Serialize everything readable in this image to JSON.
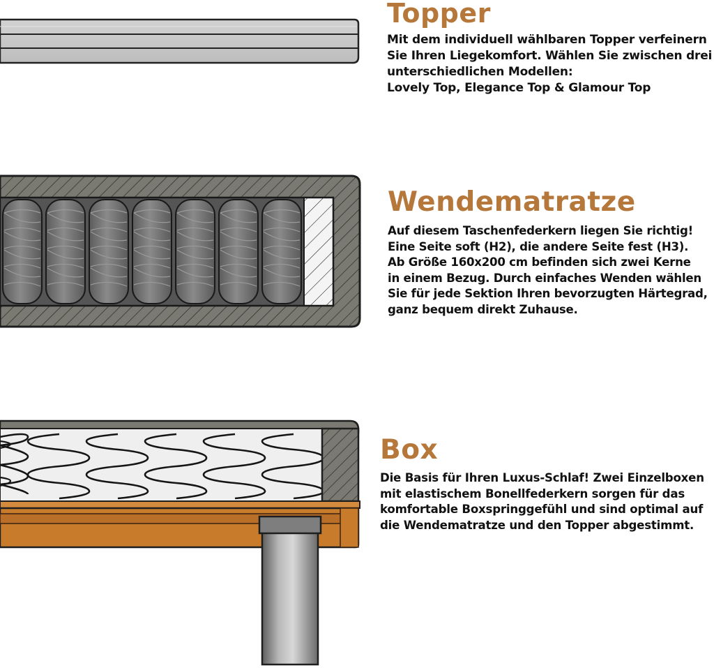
{
  "colors": {
    "accent": "#b5773a",
    "text": "#111111",
    "topper_gray": "#c6c6c6",
    "mattress_shell": "#7a7a72",
    "spring_gray": "#6f6f6f",
    "wood": "#c97b2c",
    "leg_metal": "#8f8f8f"
  },
  "sections": {
    "topper": {
      "title": "Topper",
      "lines": [
        "Mit dem individuell wählbaren Topper verfeinern",
        "Sie Ihren Liegekomfort. Wählen Sie zwischen drei",
        "unterschiedlichen Modellen:",
        "Lovely Top, Elegance Top & Glamour Top"
      ]
    },
    "mattress": {
      "title": "Wendematratze",
      "lines": [
        "Auf diesem Taschenfederkern liegen Sie richtig!",
        "Eine Seite soft (H2), die andere Seite fest (H3).",
        "Ab Größe 160x200 cm befinden sich zwei Kerne",
        "in einem Bezug. Durch einfaches Wenden wählen",
        "Sie für jede Sektion Ihren bevorzugten Härtegrad,",
        "ganz bequem direkt Zuhause."
      ]
    },
    "box": {
      "title": "Box",
      "lines": [
        "Die Basis für Ihren Luxus-Schlaf! Zwei Einzelboxen",
        "mit elastischem Bonellfederkern sorgen für das",
        "komfortable Boxspringgefühl und sind optimal auf",
        "die Wendematratze und den Topper abgestimmt."
      ]
    }
  }
}
